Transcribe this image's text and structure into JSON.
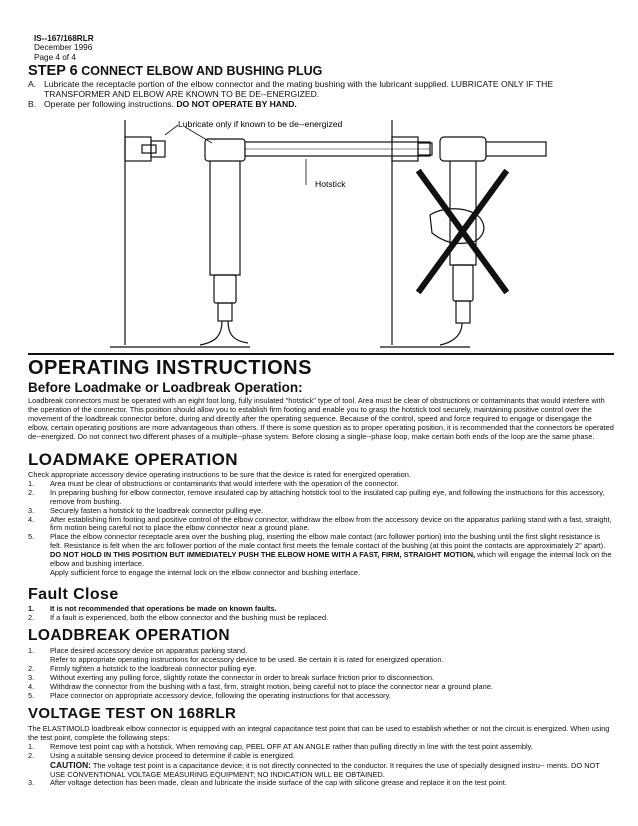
{
  "header": {
    "doc_id": "IS--167/168RLR",
    "date": "December 1996",
    "page": "Page 4 of 4"
  },
  "step6": {
    "num": "STEP 6",
    "title": "CONNECT ELBOW AND BUSHING PLUG",
    "a_label": "A.",
    "a_text": "Lubricate the receptacle portion of the elbow connector and the mating bushing with the lubricant supplied. LUBRICATE ONLY IF THE TRANSFORMER AND ELBOW ARE KNOWN TO BE DE--ENERGIZED.",
    "b_label": "B.",
    "b_text": "Operate per following instructions.",
    "b_bold": "DO NOT OPERATE BY HAND."
  },
  "figure": {
    "callout_lubricate": "Lubricate only if known to be de--energized",
    "callout_hotstick": "Hotstick"
  },
  "operating": {
    "title": "OPERATING INSTRUCTIONS",
    "before_title": "Before Loadmake or Loadbreak Operation:",
    "before_text": "Loadbreak connectors must be operated with an eight foot long, fully insulated \"hotstick\" type of tool. Area must be clear of obstructions or contaminants that would interfere with the operation of the connector. This position should allow you to establish firm footing and enable you to grasp the hotstick tool securely, maintaining positive control over the movement of the loadbreak connector before, during and directly after the operating sequence. Because of the control, speed and force required to engage or disengage the elbow, certain operating positions are more advantageous than others. If there is some question as to proper operating position, it is recommended that the connectors be operated de--energized. Do not connect two different phases of a multiple--phase system. Before closing a single--phase loop, make certain both ends of the loop are the same phase."
  },
  "loadmake": {
    "title": "LOADMAKE OPERATION",
    "intro": "Check appropriate accessory device operating instructions to be sure that the device is rated for energized operation.",
    "items": [
      {
        "n": "1.",
        "t": "Area must be clear of obstructions or contaminants that would interfere with the operation of the connector."
      },
      {
        "n": "2.",
        "t": "In preparing bushing for elbow connector, remove insulated cap by attaching hotstick tool to the insulated cap pulling eye, and following the instructions for this accessory, remove from bushing."
      },
      {
        "n": "3.",
        "t": "Securely fasten a hotstick to the loadbreak connector pulling eye."
      },
      {
        "n": "4.",
        "t": "After establishing firm footing and positive control of the elbow connector, withdraw the elbow from the accessory device on the apparatus parking stand with a fast, straight, firm motion being careful not to place the elbow connector near a ground plane."
      },
      {
        "n": "5.",
        "t": "Place the elbow connector receptacle area over the bushing plug, inserting the elbow male contact (arc follower portion) into the bushing until the first slight resistance is felt. Resistance is felt when the arc follower portion of the male contact first meets the female contact of the bushing (at this point the contacts are approximately 2\" apart)."
      }
    ],
    "note_bold": "DO NOT HOLD IN THIS POSITION BUT IMMEDIATELY PUSH THE ELBOW HOME WITH A FAST, FIRM, STRAIGHT MOTION,",
    "note_rest": " which will engage the internal lock on the elbow and bushing interface.",
    "note2": "Apply sufficient force to engage the internal lock on the elbow connector and bushing interface."
  },
  "fault": {
    "title": "Fault Close",
    "items": [
      {
        "n": "1.",
        "t": "It is not recommended that operations be made on known faults."
      },
      {
        "n": "2.",
        "t": "If a fault is experienced, both the elbow connector and the bushing must be replaced."
      }
    ]
  },
  "loadbreak": {
    "title": "LOADBREAK OPERATION",
    "item1": "Place desired accessory device on apparatus parking stand.",
    "item1b": "Refer to appropriate operating instructions for accessory device to be used.  Be certain it is rated for energized operation.",
    "items": [
      {
        "n": "2.",
        "t": "Firmly tighten a hotstick to the loadbreak connector pulling eye."
      },
      {
        "n": "3.",
        "t": "Without exerting any pulling force, slightly rotate the connector in order to break surface friction prior to disconnection."
      },
      {
        "n": "4.",
        "t": "Withdraw the connector from the bushing with a fast, firm, straight motion, being careful not to place the connector near a ground plane."
      },
      {
        "n": "5.",
        "t": "Place connector on appropriate accessory device, following the operating instructions for that accessory."
      }
    ]
  },
  "voltage": {
    "title": "VOLTAGE TEST ON 168RLR",
    "intro": "The ELASTIMOLD loadbreak elbow connector is equipped with an integral capacitance test point that can be used to establish whether or not the circuit is energized.  When using the test point, complete the following steps:",
    "item1": "Remove test point cap with a hotstick.  When removing cap, PEEL OFF AT AN ANGLE rather than pulling directly in line with the test point assembly.",
    "item2": "Using a suitable sensing device proceed to determine if cable is energized.",
    "caution_label": "CAUTION:",
    "caution_text": " The voltage test point is a capacitance device; it is not directly connected to the conductor.  It requires the use of specially designed instru-- ments. DO NOT USE CONVENTIONAL VOLTAGE MEASURING EQUIPMENT; NO INDICATION WILL BE OBTAINED.",
    "item3": "After voltage detection has been made, clean and lubricate the inside surface of the cap with silicone grease and replace it on the test point."
  }
}
